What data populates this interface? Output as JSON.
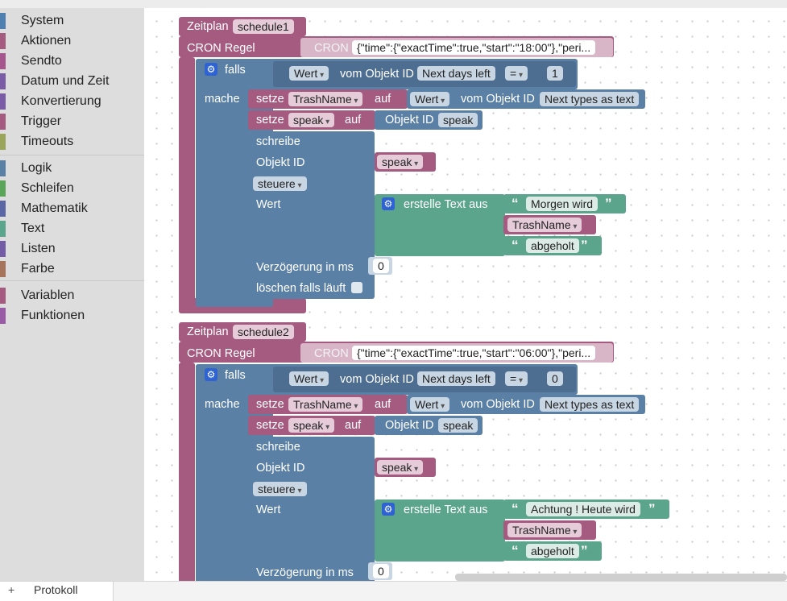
{
  "sidebar": {
    "group1": [
      {
        "label": "System",
        "color": "#4d7fb0"
      },
      {
        "label": "Aktionen",
        "color": "#a55b80"
      },
      {
        "label": "Sendto",
        "color": "#a5568c"
      },
      {
        "label": "Datum und Zeit",
        "color": "#7a5ba5"
      },
      {
        "label": "Konvertierung",
        "color": "#7a5ba5"
      },
      {
        "label": "Trigger",
        "color": "#a55b80"
      },
      {
        "label": "Timeouts",
        "color": "#9aa55b"
      }
    ],
    "group2": [
      {
        "label": "Logik",
        "color": "#5b80a5"
      },
      {
        "label": "Schleifen",
        "color": "#5ba55b"
      },
      {
        "label": "Mathematik",
        "color": "#5b67a5"
      },
      {
        "label": "Text",
        "color": "#5ba58c"
      },
      {
        "label": "Listen",
        "color": "#745ba5"
      },
      {
        "label": "Farbe",
        "color": "#a5745b"
      }
    ],
    "group3": [
      {
        "label": "Variablen",
        "color": "#a55b80"
      },
      {
        "label": "Funktionen",
        "color": "#995ba5"
      }
    ]
  },
  "blocks": [
    {
      "zeitplan": "Zeitplan",
      "schedule": "schedule1",
      "cron_rule": "CRON Regel",
      "cron_label": "CRON",
      "cron_value": "{\"time\":{\"exactTime\":true,\"start\":\"18:00\"},\"peri...",
      "falls": "falls",
      "mache": "mache",
      "wert": "Wert",
      "vom_objekt_id": "vom Objekt ID",
      "next_days_left": "Next days left",
      "op": "=",
      "compare_value": "1",
      "setze": "setze",
      "trashname": "TrashName",
      "auf": "auf",
      "next_types": "Next types as text",
      "speak": "speak",
      "objekt_id": "Objekt ID",
      "schreibe": "schreibe",
      "steuere": "steuere",
      "erstelle_text": "erstelle Text aus",
      "text1": "Morgen wird",
      "text3": "abgeholt",
      "verzoegerung": "Verzögerung in ms",
      "delay": "0",
      "loeschen": "löschen falls läuft"
    },
    {
      "zeitplan": "Zeitplan",
      "schedule": "schedule2",
      "cron_rule": "CRON Regel",
      "cron_label": "CRON",
      "cron_value": "{\"time\":{\"exactTime\":true,\"start\":\"06:00\"},\"peri...",
      "falls": "falls",
      "mache": "mache",
      "wert": "Wert",
      "vom_objekt_id": "vom Objekt ID",
      "next_days_left": "Next days left",
      "op": "=",
      "compare_value": "0",
      "setze": "setze",
      "trashname": "TrashName",
      "auf": "auf",
      "next_types": "Next types as text",
      "speak": "speak",
      "objekt_id": "Objekt ID",
      "schreibe": "schreibe",
      "steuere": "steuere",
      "erstelle_text": "erstelle Text aus",
      "text1": "Achtung ! Heute wird",
      "text3": "abgeholt",
      "verzoegerung": "Verzögerung in ms",
      "delay": "0"
    }
  ],
  "bottom": {
    "plus": "+",
    "label": "Protokoll"
  }
}
